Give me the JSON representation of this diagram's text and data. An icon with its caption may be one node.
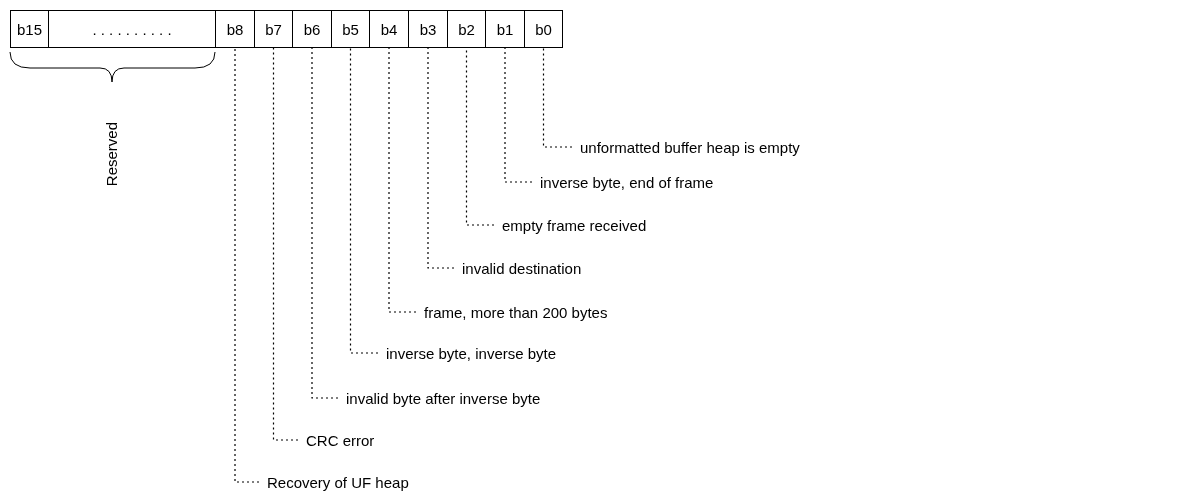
{
  "diagram": {
    "nodes": [
      {
        "text": [
          "b15"
        ]
      },
      {
        "text": [
          ". . . . . . . . . ."
        ]
      },
      {
        "text": [
          "b8"
        ]
      },
      {
        "text": [
          "b7"
        ]
      },
      {
        "text": [
          "b6"
        ]
      },
      {
        "text": [
          "b5"
        ]
      },
      {
        "text": [
          "b4"
        ]
      },
      {
        "text": [
          "b3"
        ]
      },
      {
        "text": [
          "b2"
        ]
      },
      {
        "text": [
          "b1"
        ]
      },
      {
        "text": [
          "b0"
        ]
      },
      {
        "text": [
          "unformatted buffer heap is empty"
        ]
      },
      {
        "text": [
          "inverse byte, end of frame"
        ]
      },
      {
        "text": [
          "empty frame received"
        ]
      },
      {
        "text": [
          "invalid destination"
        ]
      },
      {
        "text": [
          "frame, more than 200 bytes"
        ]
      },
      {
        "text": [
          "inverse byte, inverse byte"
        ]
      },
      {
        "text": [
          "invalid byte after inverse byte"
        ]
      },
      {
        "text": [
          "CRC error"
        ]
      },
      {
        "text": [
          "Recovery of UF heap"
        ]
      }
    ],
    "edges": [
      {
        "from": 11,
        "to": 10,
        "arrow": "none"
      },
      {
        "from": 12,
        "to": 9,
        "arrow": "none"
      },
      {
        "from": 13,
        "to": 8,
        "arrow": "none"
      },
      {
        "from": 14,
        "to": 7,
        "arrow": "none"
      },
      {
        "from": 15,
        "to": 6,
        "arrow": "none"
      },
      {
        "from": 16,
        "to": 5,
        "arrow": "none"
      },
      {
        "from": 17,
        "to": 4,
        "arrow": "none"
      },
      {
        "from": 18,
        "to": 3,
        "arrow": "none"
      },
      {
        "from": 19,
        "to": 2,
        "arrow": "none"
      }
    ],
    "labels": [
      "Reserved"
    ]
  }
}
